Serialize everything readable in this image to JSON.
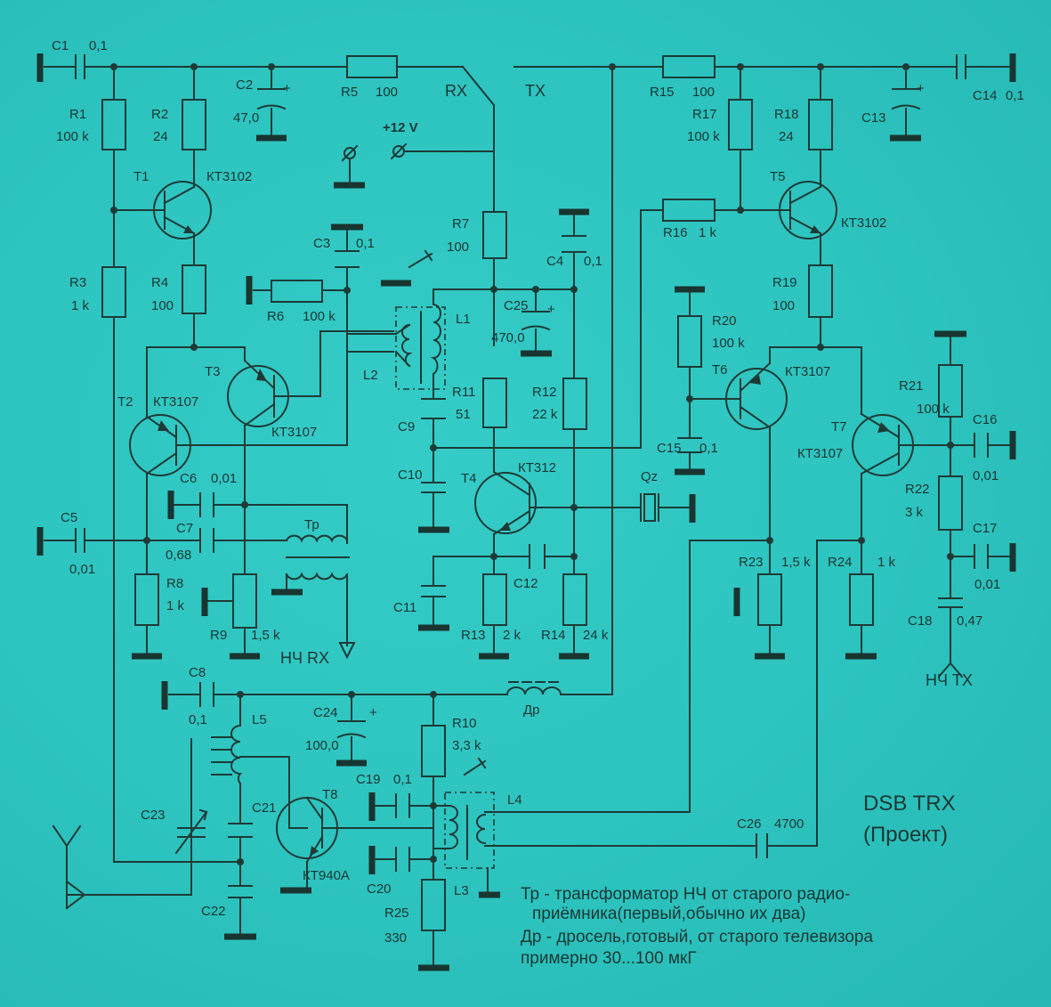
{
  "title": "DSB TRX",
  "subtitle": "(Проект)",
  "notes": [
    "Тр - трансформатор НЧ от старого радио-",
    "приёмника(первый,обычно их два)",
    "Др - дросель,готовый, от старого телевизора",
    "примерно 30...100 мкГ"
  ],
  "nodes": {
    "rx": "RX",
    "tx": "TX",
    "vcc": "+12 V",
    "af_rx": "НЧ RX",
    "af_tx": "НЧ ТХ"
  },
  "components": [
    {
      "ref": "C1",
      "val": "0,1",
      "kind": "cap"
    },
    {
      "ref": "R1",
      "val": "100 k",
      "kind": "res"
    },
    {
      "ref": "R2",
      "val": "24",
      "kind": "res"
    },
    {
      "ref": "C2",
      "val": "47,0",
      "kind": "ecap"
    },
    {
      "ref": "R5",
      "val": "100",
      "kind": "res"
    },
    {
      "ref": "T1",
      "val": "КТ3102",
      "kind": "npn"
    },
    {
      "ref": "R3",
      "val": "1 k",
      "kind": "res"
    },
    {
      "ref": "R4",
      "val": "100",
      "kind": "res"
    },
    {
      "ref": "C3",
      "val": "0,1",
      "kind": "cap"
    },
    {
      "ref": "R6",
      "val": "100 k",
      "kind": "res"
    },
    {
      "ref": "T2",
      "val": "КТ3107",
      "kind": "pnp"
    },
    {
      "ref": "T3",
      "val": "КТ3107",
      "kind": "pnp"
    },
    {
      "ref": "L1",
      "val": "",
      "kind": "ind"
    },
    {
      "ref": "L2",
      "val": "",
      "kind": "ind"
    },
    {
      "ref": "R7",
      "val": "100",
      "kind": "res"
    },
    {
      "ref": "C4",
      "val": "0,1",
      "kind": "cap"
    },
    {
      "ref": "C25",
      "val": "470,0",
      "kind": "ecap"
    },
    {
      "ref": "R11",
      "val": "51",
      "kind": "res"
    },
    {
      "ref": "R12",
      "val": "22 k",
      "kind": "res"
    },
    {
      "ref": "C9",
      "val": "",
      "kind": "cap"
    },
    {
      "ref": "C6",
      "val": "0,01",
      "kind": "cap"
    },
    {
      "ref": "C7",
      "val": "0,68",
      "kind": "cap"
    },
    {
      "ref": "C5",
      "val": "0,01",
      "kind": "cap"
    },
    {
      "ref": "Тр",
      "val": "",
      "kind": "xfmr"
    },
    {
      "ref": "R8",
      "val": "1 k",
      "kind": "res"
    },
    {
      "ref": "R9",
      "val": "1,5 k",
      "kind": "pot"
    },
    {
      "ref": "C10",
      "val": "",
      "kind": "cap"
    },
    {
      "ref": "T4",
      "val": "КТ312",
      "kind": "npn"
    },
    {
      "ref": "C11",
      "val": "",
      "kind": "cap"
    },
    {
      "ref": "C12",
      "val": "",
      "kind": "cap"
    },
    {
      "ref": "R13",
      "val": "2 k",
      "kind": "res"
    },
    {
      "ref": "R14",
      "val": "24 k",
      "kind": "res"
    },
    {
      "ref": "Qz",
      "val": "",
      "kind": "xtal"
    },
    {
      "ref": "R15",
      "val": "100",
      "kind": "res"
    },
    {
      "ref": "R17",
      "val": "100 k",
      "kind": "res"
    },
    {
      "ref": "R18",
      "val": "24",
      "kind": "res"
    },
    {
      "ref": "C13",
      "val": "",
      "kind": "ecap"
    },
    {
      "ref": "C14",
      "val": "0,1",
      "kind": "cap"
    },
    {
      "ref": "T5",
      "val": "КТ3102",
      "kind": "npn"
    },
    {
      "ref": "R16",
      "val": "1 k",
      "kind": "res"
    },
    {
      "ref": "R19",
      "val": "100",
      "kind": "res"
    },
    {
      "ref": "R20",
      "val": "100 k",
      "kind": "res"
    },
    {
      "ref": "T6",
      "val": "КТ3107",
      "kind": "pnp"
    },
    {
      "ref": "C15",
      "val": "0,1",
      "kind": "cap"
    },
    {
      "ref": "R21",
      "val": "100 k",
      "kind": "res"
    },
    {
      "ref": "T7",
      "val": "КТ3107",
      "kind": "pnp"
    },
    {
      "ref": "C16",
      "val": "0,01",
      "kind": "cap"
    },
    {
      "ref": "R22",
      "val": "3 k",
      "kind": "res"
    },
    {
      "ref": "C17",
      "val": "0,01",
      "kind": "cap"
    },
    {
      "ref": "C18",
      "val": "0,47",
      "kind": "cap"
    },
    {
      "ref": "R23",
      "val": "1,5 k",
      "kind": "pot"
    },
    {
      "ref": "R24",
      "val": "1 k",
      "kind": "res"
    },
    {
      "ref": "C8",
      "val": "0,1",
      "kind": "cap"
    },
    {
      "ref": "C24",
      "val": "100,0",
      "kind": "ecap"
    },
    {
      "ref": "R10",
      "val": "3,3 k",
      "kind": "res"
    },
    {
      "ref": "Др",
      "val": "",
      "kind": "choke"
    },
    {
      "ref": "L5",
      "val": "",
      "kind": "ind"
    },
    {
      "ref": "C23",
      "val": "",
      "kind": "vcap"
    },
    {
      "ref": "C21",
      "val": "",
      "kind": "cap"
    },
    {
      "ref": "C22",
      "val": "",
      "kind": "cap"
    },
    {
      "ref": "T8",
      "val": "КТ940А",
      "kind": "npn"
    },
    {
      "ref": "C19",
      "val": "0,1",
      "kind": "cap"
    },
    {
      "ref": "C20",
      "val": "",
      "kind": "cap"
    },
    {
      "ref": "L4",
      "val": "",
      "kind": "ind"
    },
    {
      "ref": "L3",
      "val": "",
      "kind": "ind"
    },
    {
      "ref": "R25",
      "val": "330",
      "kind": "res"
    },
    {
      "ref": "C26",
      "val": "4700",
      "kind": "cap"
    }
  ]
}
